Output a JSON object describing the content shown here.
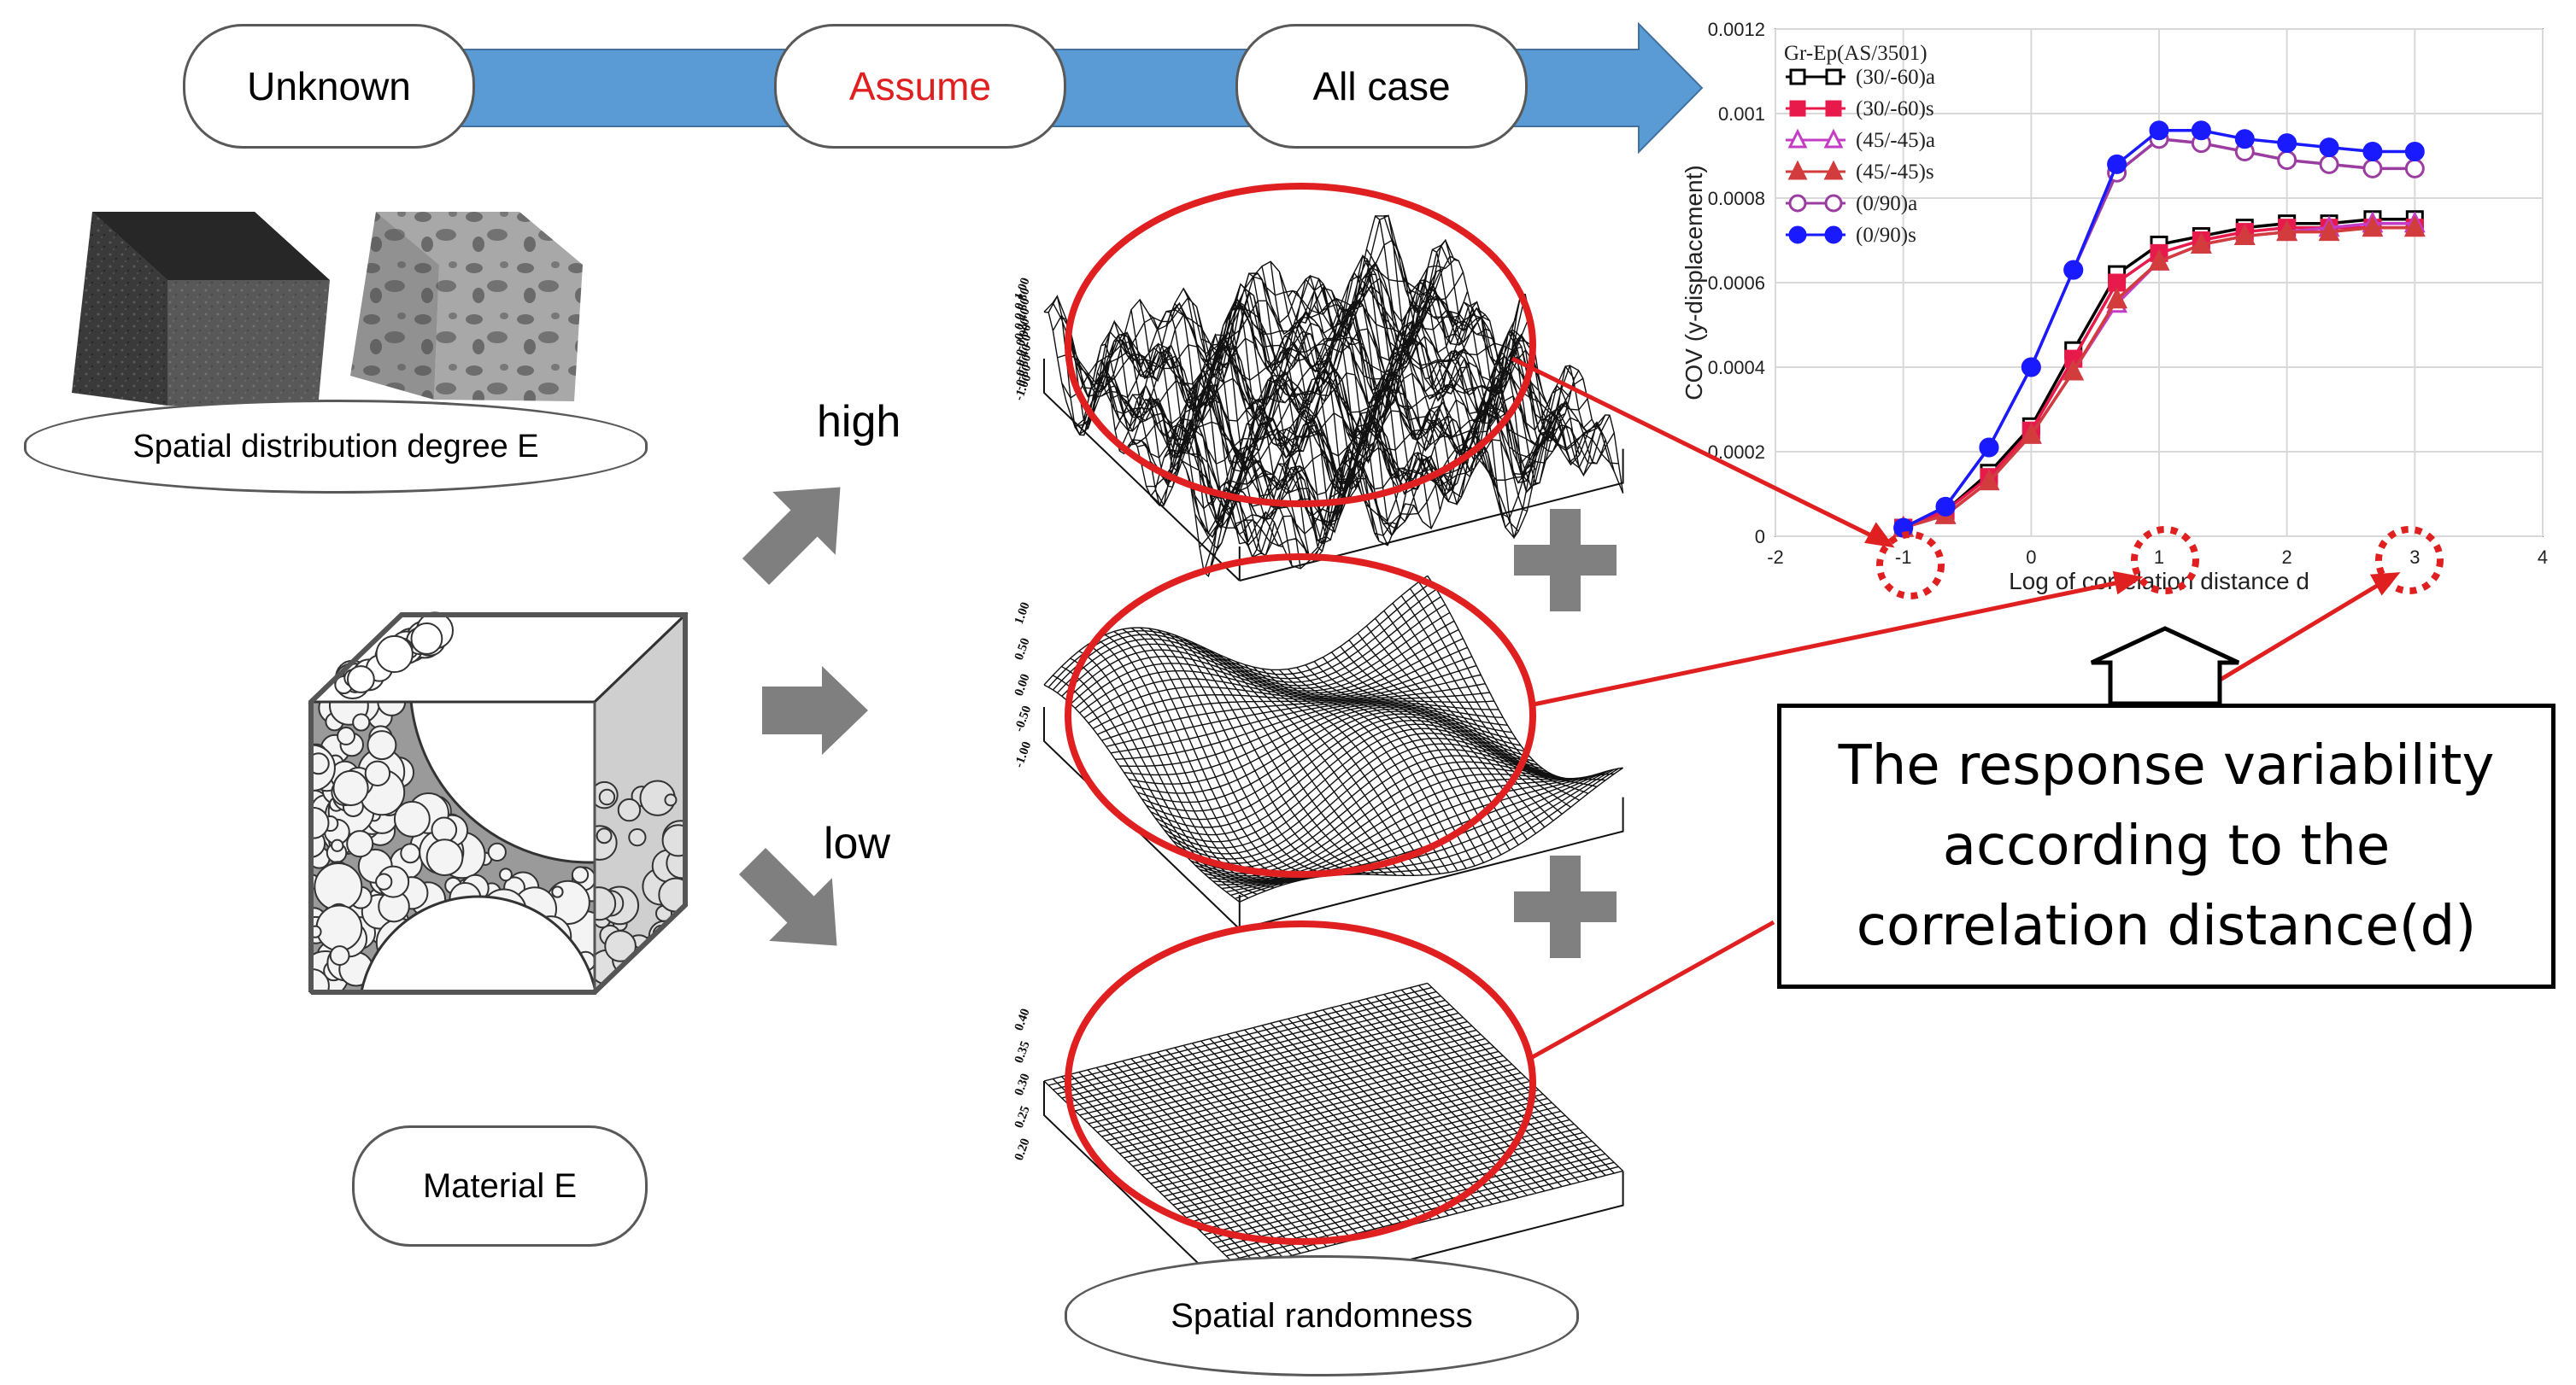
{
  "process": {
    "steps": [
      "Unknown",
      "Assume",
      "All case"
    ],
    "highlight_color": "#e02020",
    "arrow_color": "#5b9bd5"
  },
  "labels": {
    "spatial_distribution": "Spatial distribution degree E",
    "material": "Material E",
    "spatial_randomness": "Spatial randomness",
    "high": "high",
    "low": "low",
    "plus": "+"
  },
  "callout": {
    "text": "The response variability\naccording to the\ncorrelation distance(d)"
  },
  "surfaces": {
    "top_ticks": [
      "1.00",
      "0.80",
      "0.60",
      "0.40",
      "0.20",
      "-0.00",
      "-0.20",
      "-0.40",
      "-0.60",
      "-0.80",
      "-1.00"
    ],
    "middle_ticks": [
      "1.00",
      "0.50",
      "0.00",
      "-0.50",
      "-1.00"
    ],
    "bottom_ticks": [
      "0.40",
      "0.35",
      "0.30",
      "0.25",
      "0.20"
    ]
  },
  "chart_data": {
    "type": "line",
    "title": "",
    "legend_title": "Gr-Ep(AS/3501)",
    "xlabel": "Log of correlation distance d",
    "ylabel": "COV (y-displacement)",
    "xlim": [
      -2,
      4
    ],
    "ylim": [
      0,
      0.0012
    ],
    "x_ticks": [
      -2,
      -1,
      0,
      1,
      2,
      3,
      4
    ],
    "y_ticks": [
      "0",
      "0.0002",
      "0.0004",
      "0.0006",
      "0.0008",
      "0.001",
      "0.0012"
    ],
    "grid": true,
    "legend_position": "top-left",
    "highlighted_x": [
      "-1",
      "1",
      "3"
    ],
    "x": [
      -1,
      -0.67,
      -0.33,
      0,
      0.33,
      0.67,
      1,
      1.33,
      1.67,
      2,
      2.33,
      2.67,
      3
    ],
    "series": [
      {
        "name": "(30/-60)a",
        "color": "#000000",
        "marker": "square-open",
        "values": [
          2e-05,
          6e-05,
          0.00015,
          0.00026,
          0.00044,
          0.00062,
          0.00069,
          0.00071,
          0.00073,
          0.00074,
          0.00074,
          0.00075,
          0.00075
        ]
      },
      {
        "name": "(30/-60)s",
        "color": "#e8194b",
        "marker": "square-filled",
        "values": [
          2e-05,
          6e-05,
          0.00014,
          0.00025,
          0.00042,
          0.0006,
          0.00067,
          0.0007,
          0.00072,
          0.00073,
          0.00073,
          0.00073,
          0.00073
        ]
      },
      {
        "name": "(45/-45)a",
        "color": "#c43cc4",
        "marker": "triangle-open",
        "values": [
          2e-05,
          5e-05,
          0.00013,
          0.00024,
          0.00039,
          0.00055,
          0.00065,
          0.00069,
          0.00071,
          0.00072,
          0.00073,
          0.00074,
          0.00074
        ]
      },
      {
        "name": "(45/-45)s",
        "color": "#d23c3c",
        "marker": "triangle-filled",
        "values": [
          2e-05,
          5e-05,
          0.00013,
          0.00024,
          0.00039,
          0.00056,
          0.00065,
          0.00069,
          0.00071,
          0.00072,
          0.00072,
          0.00073,
          0.00073
        ]
      },
      {
        "name": "(0/90)a",
        "color": "#9b3ca0",
        "marker": "circle-open",
        "values": [
          2e-05,
          7e-05,
          0.00021,
          0.0004,
          0.00063,
          0.00086,
          0.00094,
          0.00093,
          0.00091,
          0.00089,
          0.00088,
          0.00087,
          0.00087
        ]
      },
      {
        "name": "(0/90)s",
        "color": "#1a1aff",
        "marker": "circle-filled",
        "values": [
          2e-05,
          7e-05,
          0.00021,
          0.0004,
          0.00063,
          0.00088,
          0.00096,
          0.00096,
          0.00094,
          0.00093,
          0.00092,
          0.00091,
          0.00091
        ]
      }
    ]
  }
}
